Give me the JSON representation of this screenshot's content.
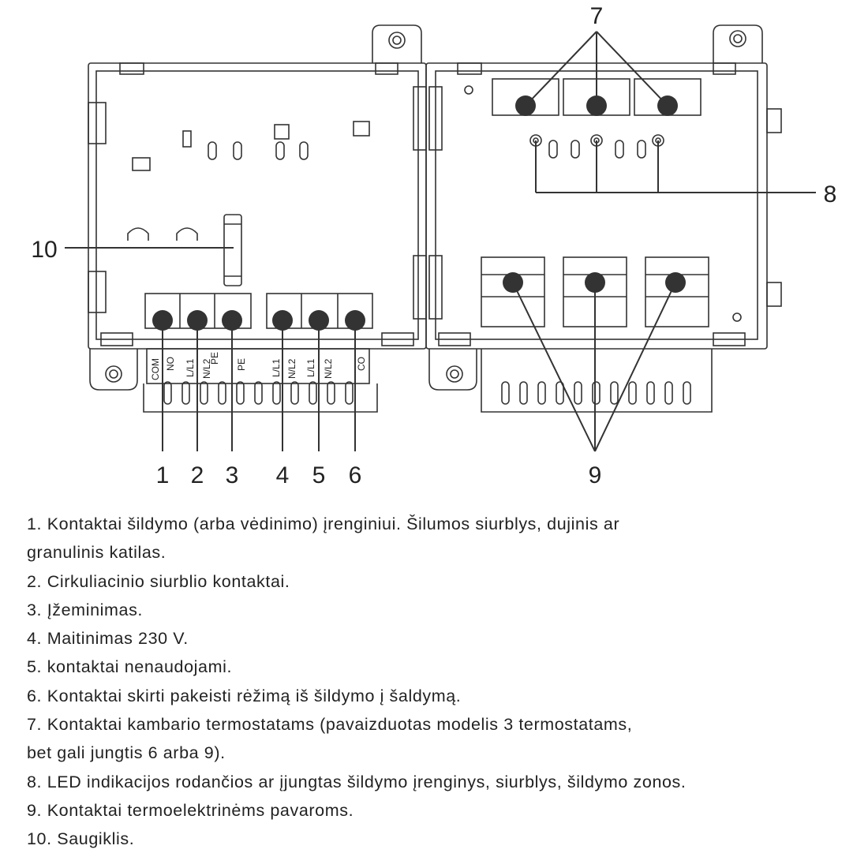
{
  "diagram": {
    "callouts": {
      "c1": "1",
      "c2": "2",
      "c3": "3",
      "c4": "4",
      "c5": "5",
      "c6": "6",
      "c7": "7",
      "c8": "8",
      "c9": "9",
      "c10": "10"
    },
    "terminal_labels": {
      "com": "COM",
      "no": "NO",
      "l_l1_a": "L/L1",
      "n_l2_a": "N/L2",
      "pe_a": "PE",
      "pe_b": "PE",
      "l_l1_b": "L/L1",
      "n_l2_b": "N/L2",
      "l_l1_c": "L/L1",
      "n_l2_c": "N/L2",
      "co": "CO"
    }
  },
  "legend": [
    "1. Kontaktai šildymo (arba vėdinimo) įrenginiui. Šilumos siurblys, dujinis ar\ngranulinis katilas.",
    "2. Cirkuliacinio siurblio kontaktai.",
    "3. Įžeminimas.",
    "4. Maitinimas 230 V.",
    "5. kontaktai nenaudojami.",
    "6. Kontaktai skirti pakeisti rėžimą iš šildymo į šaldymą.",
    "7. Kontaktai kambario termostatams (pavaizduotas modelis 3 termostatams,\nbet gali jungtis 6 arba 9).",
    "8. LED indikacijos rodančios ar įjungtas šildymo įrenginys, siurblys, šildymo zonos.",
    "9. Kontaktai termoelektrinėms pavaroms.",
    "10. Saugiklis."
  ]
}
